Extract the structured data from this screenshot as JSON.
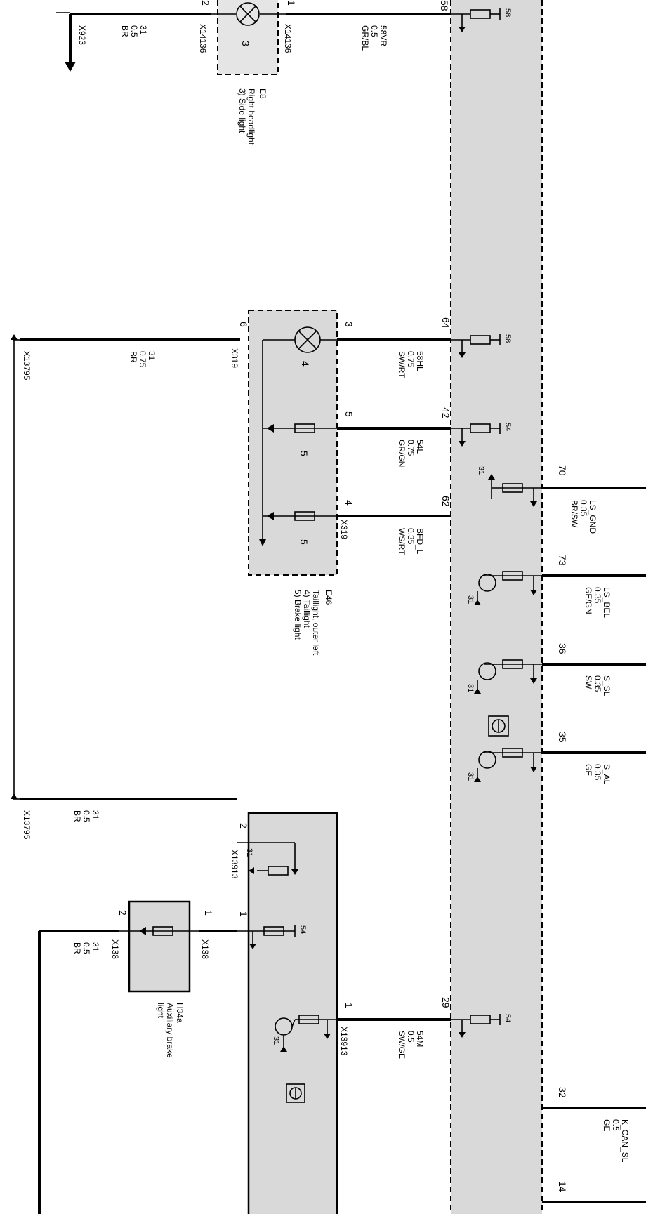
{
  "wires": {
    "x923_side": {
      "func": "31",
      "size": "0.5",
      "color": "BR"
    },
    "side_light": {
      "func": "58VR",
      "size": "0.5",
      "color": "GR/BL"
    },
    "tail_31": {
      "func": "31",
      "size": "0.75",
      "color": "BR"
    },
    "taillight": {
      "func": "58HL",
      "size": "0.75",
      "color": "SW/RT"
    },
    "brake_54l": {
      "func": "54L",
      "size": "0.75",
      "color": "GR/GN"
    },
    "bfd_l": {
      "func": "BFD_L",
      "size": "0.35",
      "color": "WS/RT"
    },
    "ls_gnd": {
      "func": "LS_GND",
      "size": "0.35",
      "color": "BR/SW"
    },
    "ls_bel": {
      "func": "LS_BEL",
      "size": "0.35",
      "color": "GE/GN"
    },
    "s_sl": {
      "func": "S_SL",
      "size": "0.35",
      "color": "SW"
    },
    "s_al": {
      "func": "S_AL",
      "size": "0.35",
      "color": "GE"
    },
    "gnd_13795": {
      "func": "31",
      "size": "0.5",
      "color": "BR"
    },
    "aux_31": {
      "func": "31",
      "size": "0.5",
      "color": "BR"
    },
    "m54": {
      "func": "54M",
      "size": "0.5",
      "color": "SW/GE"
    },
    "k_can_sl": {
      "func": "K_CAN_SL",
      "size": "0.5",
      "color": "GE"
    }
  },
  "connectors": {
    "x923": "X923",
    "x14136": "X14136",
    "x319": "X319",
    "x13795": "X13795",
    "x13913": "X13913",
    "x138": "X138"
  },
  "components": {
    "e8": {
      "id": "E8",
      "name": "Right headlight",
      "sub": "3) Side light",
      "bulb": "3"
    },
    "e46": {
      "id": "E46",
      "name": "Taillight, outer left",
      "sub1": "4) Taillight",
      "sub2": "5) Brake light",
      "bulb4": "4",
      "bulb5": "5"
    },
    "h34a": {
      "id": "H34a",
      "name1": "Auxiliary brake",
      "name2": "light"
    }
  },
  "pins": {
    "e8_p1": "1",
    "e8_p2": "2",
    "e46_p3": "3",
    "e46_p5": "5",
    "e46_p4": "4",
    "e46_p6": "6",
    "m_58": "58",
    "m_64": "64",
    "m_42": "42",
    "m_62": "62",
    "m_70": "70",
    "m_73": "73",
    "m_36": "36",
    "m_35": "35",
    "m_29": "29",
    "m_32": "32",
    "m_14": "14",
    "x13913_p2": "2",
    "x13913_p1": "1",
    "x13913_p1b": "1",
    "x138_p1": "1",
    "x138_p2": "2"
  },
  "symbols": {
    "v58": "58",
    "v54": "54",
    "g31": "31"
  }
}
